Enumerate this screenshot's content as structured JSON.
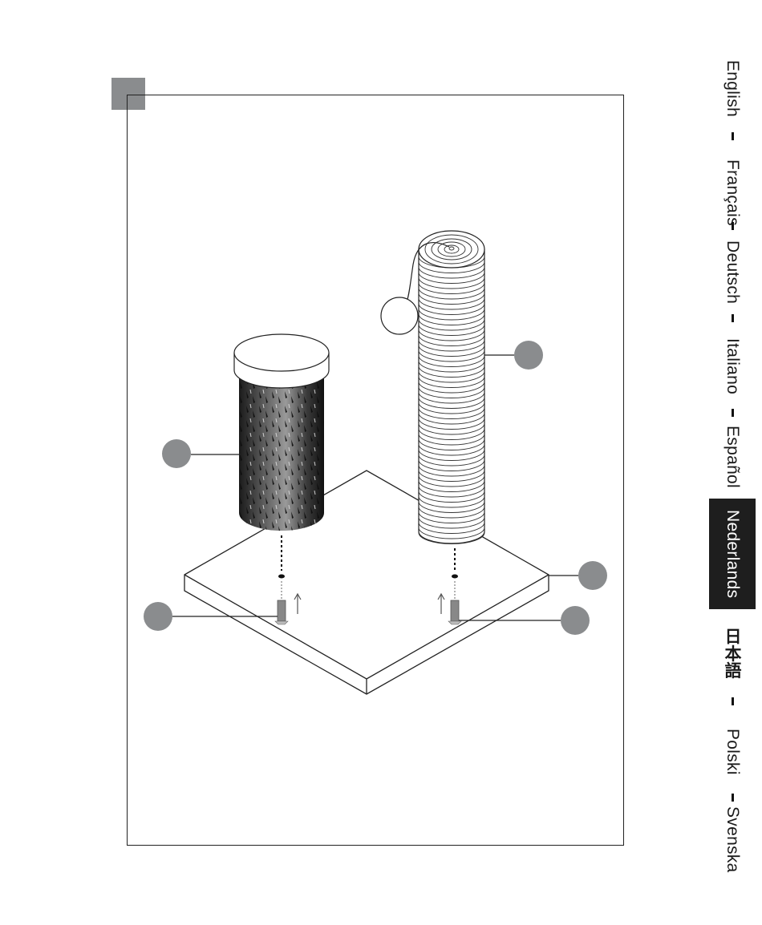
{
  "languages": [
    {
      "label": "English",
      "active": false
    },
    {
      "label": "Français",
      "active": false
    },
    {
      "label": "Deutsch",
      "active": false
    },
    {
      "label": "Italiano",
      "active": false
    },
    {
      "label": "Español",
      "active": false
    },
    {
      "label": "Nederlands",
      "active": true
    },
    {
      "label": "日本語",
      "active": false
    },
    {
      "label": "Polski",
      "active": false
    },
    {
      "label": "Svenska",
      "active": false
    }
  ],
  "colors": {
    "accent_gray": "#8a8c8e",
    "active_tab_bg": "#1e1e1e",
    "line": "#222222"
  }
}
